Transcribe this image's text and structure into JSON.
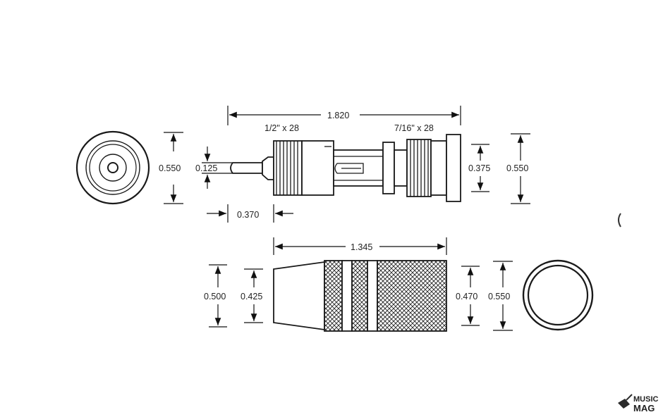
{
  "dimensions": {
    "top_overall_length": "1.820",
    "thread_left": "1/2\" x 28",
    "thread_right": "7/16\" x 28",
    "end_view_dia": "0.550",
    "pin_dia": "0.125",
    "right_inner_dia": "0.375",
    "right_outer_dia": "0.550",
    "pin_length": "0.370",
    "sleeve_length": "1.345",
    "sleeve_outer_dia": "0.500",
    "sleeve_taper_dia": "0.425",
    "sleeve_grip_dia": "0.470",
    "sleeve_end_dia": "0.550"
  },
  "watermark": {
    "line1": "MUSIC",
    "line2": "MAG"
  },
  "colors": {
    "ink": "#1a1a1a",
    "watermark_top": "#3a9a3a",
    "watermark_bottom": "#e07a10"
  }
}
